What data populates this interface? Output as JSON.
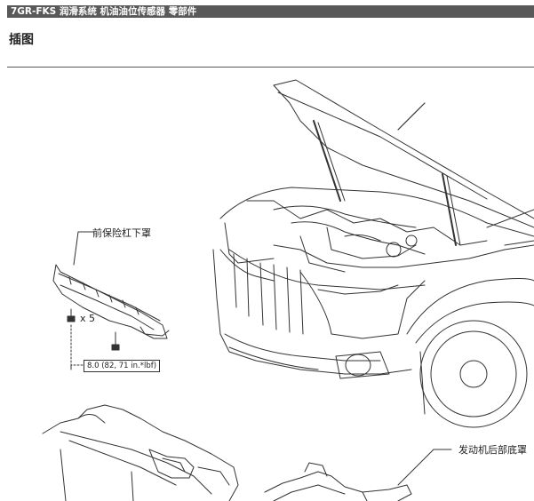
{
  "header": {
    "title": "7GR-FKS 润滑系统  机油油位传感器  零部件"
  },
  "section": {
    "title": "插图"
  },
  "illustration": {
    "callouts": {
      "front_bumper_lower_cover": "前保险杠下罩",
      "engine_rear_under_cover": "发动机后部底罩"
    },
    "bolt_quantity": "x 5",
    "torque_spec": "8.0 (82, 71 in.*lbf)"
  }
}
